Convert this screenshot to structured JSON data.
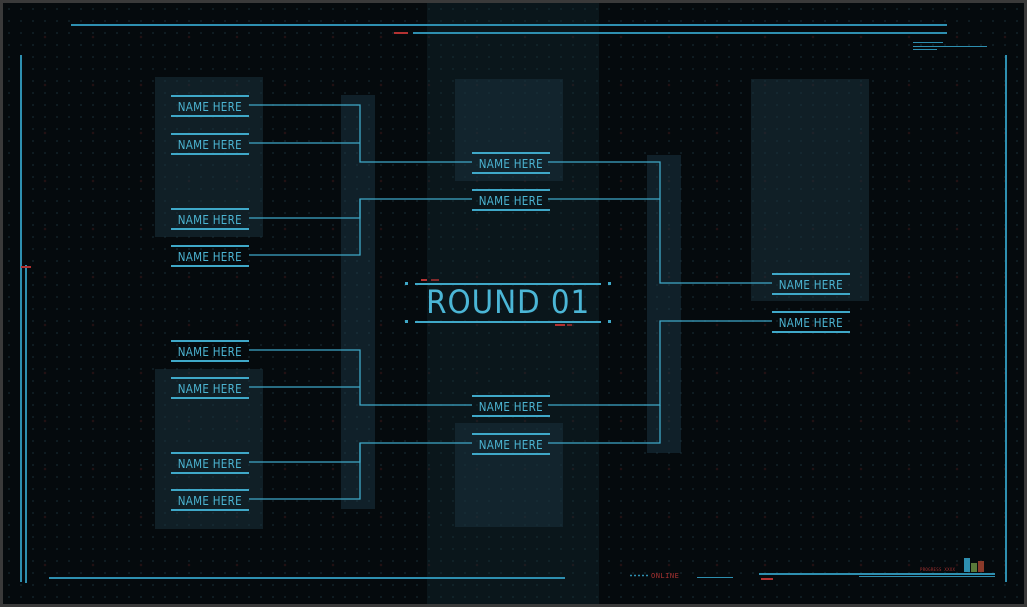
{
  "title": "ROUND 01",
  "status_text": "ONLINE",
  "progress_label": "PROGRESS XXXX",
  "slot_label": "NAME HERE",
  "bracket": {
    "round1": [
      "NAME HERE",
      "NAME HERE",
      "NAME HERE",
      "NAME HERE",
      "NAME HERE",
      "NAME HERE",
      "NAME HERE",
      "NAME HERE"
    ],
    "round2": [
      "NAME HERE",
      "NAME HERE",
      "NAME HERE",
      "NAME HERE"
    ],
    "round3": [
      "NAME HERE",
      "NAME HERE"
    ]
  },
  "colors": {
    "accent": "#3fa8c8",
    "background": "#050a0d",
    "alert": "#b33232"
  },
  "mini_bars": [
    {
      "level": 0.6,
      "color": "#2e8fb0"
    },
    {
      "level": 0.3,
      "color": "#5a7a3a"
    },
    {
      "level": 0.45,
      "color": "#8a3a2a"
    }
  ]
}
